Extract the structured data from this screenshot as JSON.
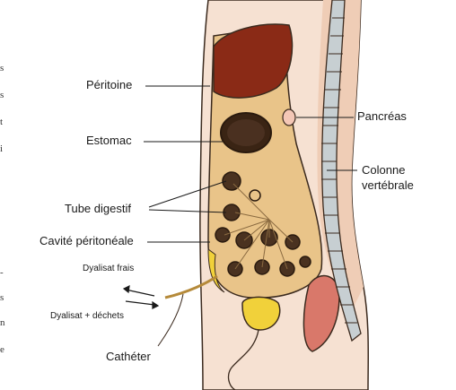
{
  "labels": {
    "peritoine": "Péritoine",
    "estomac": "Estomac",
    "tube_digestif": "Tube digestif",
    "cavite_peritoneale": "Cavité péritonéale",
    "dyalisat_frais": "Dyalisat frais",
    "dyalisat_dechets": "Dyalisat + déchets",
    "catheter": "Cathéter",
    "pancreas": "Pancréas",
    "colonne_line1": "Colonne",
    "colonne_line2": "vertébrale"
  },
  "colors": {
    "liver": "#8a2a16",
    "stomach": "#3a2414",
    "intestine_bg": "#e9c489",
    "intestine_loop": "#4a3220",
    "fluid": "#f1d13a",
    "spine": "#c7cfd2",
    "skin_shade": "#f2d7c4",
    "pink_organ": "#d9786a",
    "outline": "#3b2a1e"
  }
}
